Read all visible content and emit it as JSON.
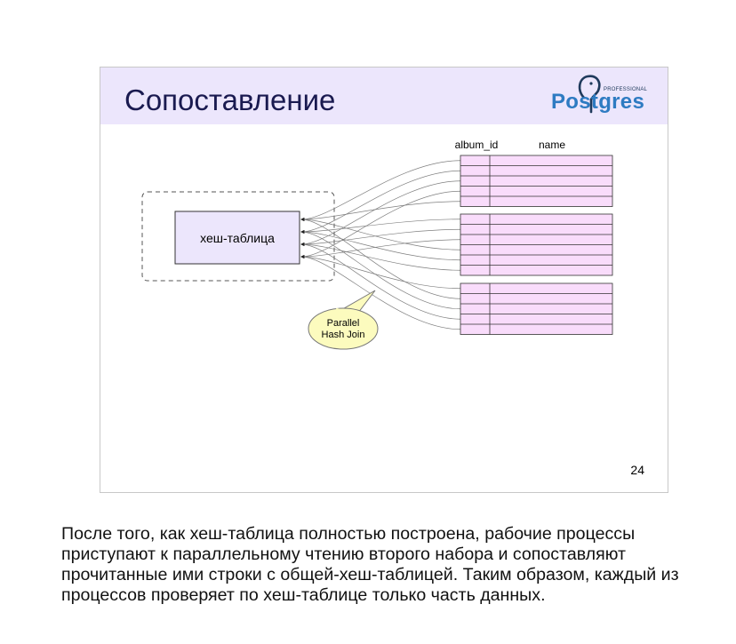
{
  "slide": {
    "title": "Сопоставление",
    "page_number": "24",
    "logo": {
      "word": "Postgres",
      "tagline": "PROFESSIONAL"
    }
  },
  "diagram": {
    "columns": {
      "album_id": "album_id",
      "name": "name"
    },
    "hash_table_label": "хеш-таблица",
    "callout": {
      "line1": "Parallel",
      "line2": "Hash Join"
    },
    "colors": {
      "row_fill": "#f9dcfb",
      "box_fill": "#ece6fc",
      "callout_fill": "#fcfbbe",
      "line": "#7f7f7f"
    }
  },
  "caption": "После того, как хеш-таблица полностью построена, рабочие процессы приступают к параллельному чтению второго набора и сопоставляют прочитанные ими строки с общей-хеш-таблицей. Таким образом, каждый из процессов проверяет по хеш-таблице только часть данных."
}
